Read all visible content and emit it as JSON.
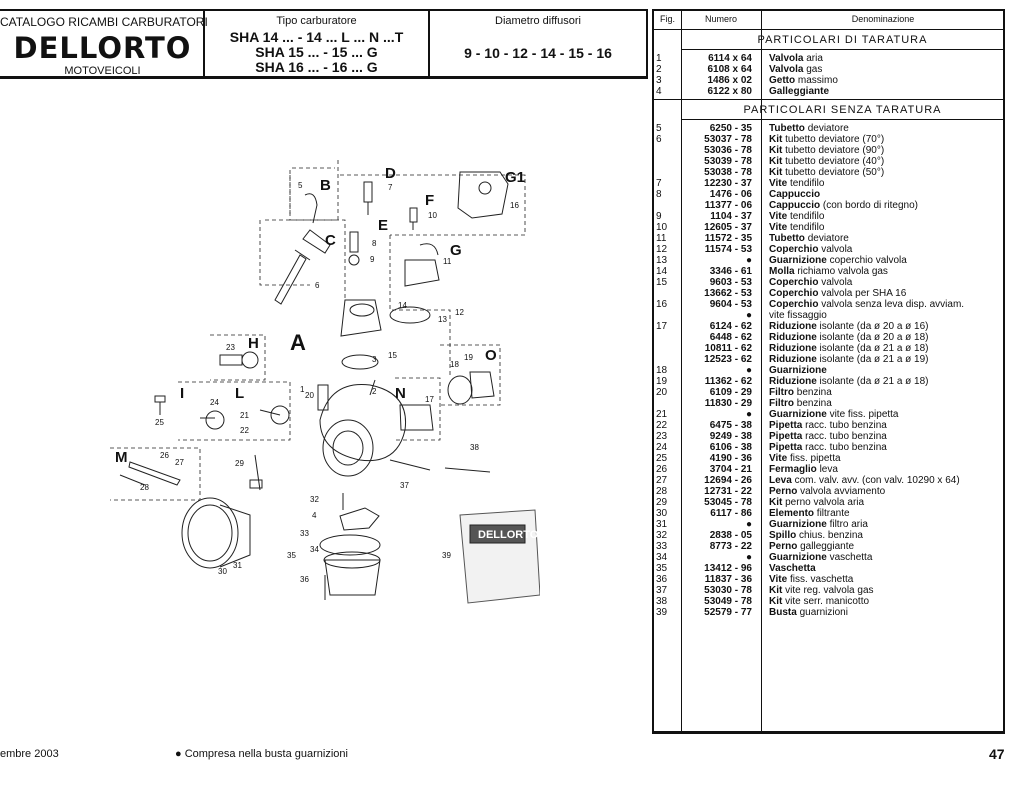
{
  "header": {
    "catalog_title": "CATALOGO RICAMBI CARBURATORI",
    "logo": "DELLORTO",
    "segment": "MOTOVEICOLI",
    "type_label": "Tipo carburatore",
    "types": [
      "SHA 14 ... - 14 ... L ... N ...T",
      "SHA 15 ... - 15 ... G",
      "SHA 16 ... - 16 ... G"
    ],
    "diffuser_label": "Diametro diffusori",
    "diffusers": "9 - 10 - 12 - 14 - 15 - 16"
  },
  "table": {
    "col_fig": "Fig.",
    "col_number": "Numero",
    "col_name": "Denominazione",
    "section1": "PARTICOLARI DI TARATURA",
    "section2": "PARTICOLARI SENZA TARATURA",
    "rows1": [
      {
        "fig": "1",
        "num": "6114 x 64",
        "bold": "Valvola",
        "rest": " aria"
      },
      {
        "fig": "2",
        "num": "6108 x 64",
        "bold": "Valvola",
        "rest": " gas"
      },
      {
        "fig": "3",
        "num": "1486 x 02",
        "bold": "Getto",
        "rest": " massimo"
      },
      {
        "fig": "4",
        "num": "6122 x 80",
        "bold": "Galleggiante",
        "rest": ""
      }
    ],
    "rows2": [
      {
        "fig": "5",
        "num": "6250 - 35",
        "bold": "Tubetto",
        "rest": " deviatore"
      },
      {
        "fig": "6",
        "num": "53037 - 78",
        "bold": "Kit",
        "rest": " tubetto deviatore (70°)"
      },
      {
        "fig": "",
        "num": "53036 - 78",
        "bold": "Kit",
        "rest": " tubetto deviatore (90°)"
      },
      {
        "fig": "",
        "num": "53039 - 78",
        "bold": "Kit",
        "rest": " tubetto deviatore (40°)"
      },
      {
        "fig": "",
        "num": "53038 - 78",
        "bold": "Kit",
        "rest": " tubetto deviatore (50°)"
      },
      {
        "fig": "7",
        "num": "12230 - 37",
        "bold": "Vite",
        "rest": " tendifilo"
      },
      {
        "fig": "8",
        "num": "1476 - 06",
        "bold": "Cappuccio",
        "rest": ""
      },
      {
        "fig": "",
        "num": "11377 - 06",
        "bold": "Cappuccio",
        "rest": " (con bordo di ritegno)"
      },
      {
        "fig": "9",
        "num": "1104 - 37",
        "bold": "Vite",
        "rest": " tendifilo"
      },
      {
        "fig": "10",
        "num": "12605 - 37",
        "bold": "Vite",
        "rest": " tendifilo"
      },
      {
        "fig": "11",
        "num": "11572 - 35",
        "bold": "Tubetto",
        "rest": " deviatore"
      },
      {
        "fig": "12",
        "num": "11574 - 53",
        "bold": "Coperchio",
        "rest": " valvola"
      },
      {
        "fig": "13",
        "num": "●",
        "bold": "Guarnizione",
        "rest": " coperchio valvola"
      },
      {
        "fig": "14",
        "num": "3346 - 61",
        "bold": "Molla",
        "rest": " richiamo valvola gas"
      },
      {
        "fig": "15",
        "num": "9603 - 53",
        "bold": "Coperchio",
        "rest": " valvola"
      },
      {
        "fig": "",
        "num": "13662 - 53",
        "bold": "Coperchio",
        "rest": " valvola per SHA 16"
      },
      {
        "fig": "16",
        "num": "9604 - 53",
        "bold": "Coperchio",
        "rest": " valvola senza leva disp. avviam."
      },
      {
        "fig": "",
        "num": "●",
        "bold": "",
        "rest": "vite fissaggio"
      },
      {
        "fig": "17",
        "num": "6124 - 62",
        "bold": "Riduzione",
        "rest": " isolante (da ø 20 a ø 16)"
      },
      {
        "fig": "",
        "num": "6448 - 62",
        "bold": "Riduzione",
        "rest": " isolante (da ø 20 a ø 18)"
      },
      {
        "fig": "",
        "num": "10811 - 62",
        "bold": "Riduzione",
        "rest": " isolante (da ø 21 a ø 18)"
      },
      {
        "fig": "",
        "num": "12523 - 62",
        "bold": "Riduzione",
        "rest": " isolante (da ø 21 a ø 19)"
      },
      {
        "fig": "18",
        "num": "●",
        "bold": "Guarnizione",
        "rest": ""
      },
      {
        "fig": "19",
        "num": "11362 - 62",
        "bold": "Riduzione",
        "rest": " isolante (da ø 21 a ø 18)"
      },
      {
        "fig": "20",
        "num": "6109 - 29",
        "bold": "Filtro",
        "rest": " benzina"
      },
      {
        "fig": "",
        "num": "11830 - 29",
        "bold": "Filtro",
        "rest": " benzina"
      },
      {
        "fig": "21",
        "num": "●",
        "bold": "Guarnizione",
        "rest": " vite fiss. pipetta"
      },
      {
        "fig": "22",
        "num": "6475 - 38",
        "bold": "Pipetta",
        "rest": " racc. tubo benzina"
      },
      {
        "fig": "23",
        "num": "9249 - 38",
        "bold": "Pipetta",
        "rest": " racc. tubo benzina"
      },
      {
        "fig": "24",
        "num": "6106 - 38",
        "bold": "Pipetta",
        "rest": " racc. tubo benzina"
      },
      {
        "fig": "25",
        "num": "4190 - 36",
        "bold": "Vite",
        "rest": " fiss. pipetta"
      },
      {
        "fig": "26",
        "num": "3704 - 21",
        "bold": "Fermaglio",
        "rest": " leva"
      },
      {
        "fig": "27",
        "num": "12694 - 26",
        "bold": "Leva",
        "rest": " com. valv. avv. (con valv. 10290 x 64)"
      },
      {
        "fig": "28",
        "num": "12731 - 22",
        "bold": "Perno",
        "rest": " valvola avviamento"
      },
      {
        "fig": "29",
        "num": "53045 - 78",
        "bold": "Kit",
        "rest": " perno valvola aria"
      },
      {
        "fig": "30",
        "num": "6117 - 86",
        "bold": "Elemento",
        "rest": " filtrante"
      },
      {
        "fig": "31",
        "num": "●",
        "bold": "Guarnizione",
        "rest": " filtro aria"
      },
      {
        "fig": "32",
        "num": "2838 - 05",
        "bold": "Spillo",
        "rest": " chius. benzina"
      },
      {
        "fig": "33",
        "num": "8773 - 22",
        "bold": "Perno",
        "rest": " galleggiante"
      },
      {
        "fig": "34",
        "num": "●",
        "bold": "Guarnizione",
        "rest": " vaschetta"
      },
      {
        "fig": "35",
        "num": "13412 - 96",
        "bold": "Vaschetta",
        "rest": ""
      },
      {
        "fig": "36",
        "num": "11837 - 36",
        "bold": "Vite",
        "rest": " fiss. vaschetta"
      },
      {
        "fig": "37",
        "num": "53030 - 78",
        "bold": "Kit",
        "rest": " vite reg. valvola gas"
      },
      {
        "fig": "38",
        "num": "53049 - 78",
        "bold": "Kit",
        "rest": " vite serr. manicotto"
      },
      {
        "fig": "39",
        "num": "52579 - 77",
        "bold": "Busta",
        "rest": " guarnizioni"
      }
    ]
  },
  "drawing": {
    "box_labels": [
      "B",
      "C",
      "D",
      "E",
      "F",
      "G1",
      "G",
      "A",
      "H",
      "I",
      "L",
      "N",
      "O",
      "M"
    ],
    "part_numbers": [
      "1",
      "2",
      "3",
      "4",
      "5",
      "6",
      "7",
      "8",
      "9",
      "10",
      "11",
      "12",
      "13",
      "14",
      "15",
      "16",
      "17",
      "18",
      "19",
      "20",
      "21",
      "22",
      "23",
      "24",
      "25",
      "26",
      "27",
      "28",
      "29",
      "30",
      "31",
      "32",
      "33",
      "34",
      "35",
      "36",
      "37",
      "38",
      "39"
    ],
    "bag_text": "DELLORTO"
  },
  "footer": {
    "date": "embre 2003",
    "note": "● Compresa nella busta guarnizioni",
    "page": "47"
  }
}
